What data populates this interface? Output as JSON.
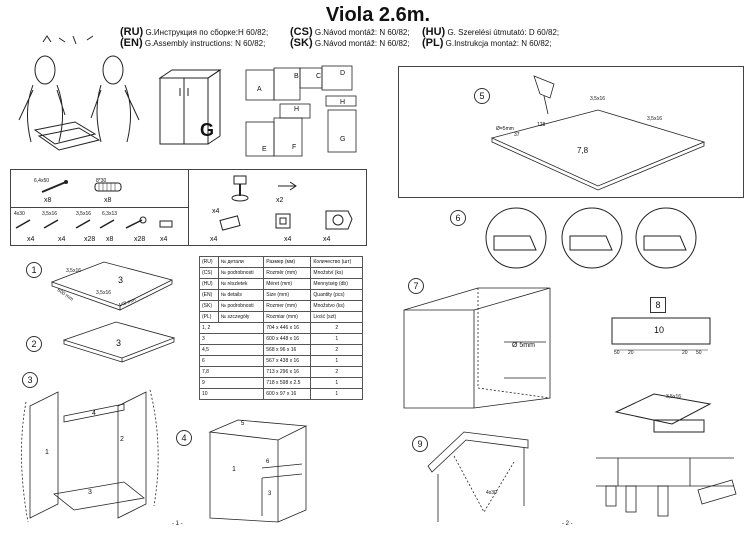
{
  "title": "Viola 2.6m.",
  "instructions": [
    {
      "code": "(RU)",
      "text": "G.Инструкция по сборке:H 60/82;"
    },
    {
      "code": "(EN)",
      "text": "G.Assembly instructions: N 60/82;"
    },
    {
      "code": "(CS)",
      "text": "G.Návod montáž: N 60/82;"
    },
    {
      "code": "(SK)",
      "text": "G.Návod montáž: N 60/82;"
    },
    {
      "code": "(HU)",
      "text": "G. Szerelési útmutató: D 60/82;"
    },
    {
      "code": "(PL)",
      "text": "G.Instrukcja montaż: N 60/82;"
    }
  ],
  "overview": {
    "cabinet_label": "G",
    "module_labels": [
      "A",
      "B",
      "C",
      "D",
      "H",
      "E",
      "F",
      "H",
      "G"
    ]
  },
  "hardware": {
    "top_row": [
      {
        "spec": "6,4x50",
        "qty": "x8"
      },
      {
        "spec": "8*30",
        "qty": "x8"
      }
    ],
    "bottom_row": [
      {
        "spec": "4x30",
        "qty": "x4"
      },
      {
        "spec": "3,5x16",
        "qty": "x4"
      },
      {
        "spec": "3,5x16",
        "qty": "x28"
      },
      {
        "spec": "6,3x13",
        "qty": "x8"
      },
      {
        "spec": "",
        "qty": "x28"
      },
      {
        "spec": "",
        "qty": "x4"
      }
    ],
    "right_top": [
      {
        "qty": "x4"
      },
      {
        "qty": "x2"
      }
    ],
    "right_bottom": [
      {
        "qty": "x4"
      },
      {
        "qty": "x4"
      },
      {
        "qty": "x4"
      }
    ]
  },
  "parts_table": {
    "header": [
      [
        "(RU)",
        "№ детали",
        "Размер (мм)",
        "Количество (шт)"
      ],
      [
        "(CS)",
        "№ podrobnosti",
        "Rozměr (mm)",
        "Množství (ks)"
      ],
      [
        "(HU)",
        "№ részletek",
        "Méret (mm)",
        "Mennyiség (db)"
      ],
      [
        "(EN)",
        "№ details",
        "Size (mm)",
        "Quantity (pcs)"
      ],
      [
        "(SK)",
        "№ podrobnosti",
        "Rozmer (mm)",
        "Množstvo (ks)"
      ],
      [
        "(PL)",
        "№ szczegóły",
        "Rozmiar (mm)",
        "Liość (szt)"
      ]
    ],
    "rows": [
      [
        "1, 2",
        "704 x 446 x 16",
        "2"
      ],
      [
        "3",
        "600 x 448 x 16",
        "1"
      ],
      [
        "4,5",
        "568 x 96 x 16",
        "2"
      ],
      [
        "6",
        "567 x 438 x 16",
        "1"
      ],
      [
        "7,8",
        "713 x 296 x 16",
        "2"
      ],
      [
        "9",
        "718 x 598 x 2.5",
        "1"
      ],
      [
        "10",
        "600 x 97 x 16",
        "1"
      ]
    ]
  },
  "steps": {
    "s1": "1",
    "s2": "2",
    "s3": "3",
    "s4": "4",
    "s5": "5",
    "s6": "6",
    "s7": "7",
    "s8": "8",
    "s9": "9"
  },
  "step_labels": {
    "s1_screw": "3,5x16",
    "s1_screw2": "3,5x16",
    "s1_part": "3",
    "s1_dim1": "600 mm",
    "s1_dim2": "448 mm",
    "s2_part": "3",
    "s3_parts": [
      "1",
      "2",
      "3",
      "4"
    ],
    "s4_parts": [
      "5",
      "1",
      "6",
      "3"
    ],
    "s5_screw": "3,5x16",
    "s5_screw2": "3,5x16",
    "s5_dim": "Ø=5mm",
    "s5_d1": "37",
    "s5_d2": "128",
    "s5_part": "7,8",
    "s7_drill": "Ø 5mm",
    "s8_part": "10",
    "s8_dims": [
      "50",
      "20",
      "20",
      "50"
    ],
    "s8_screw": "3,5x16",
    "s9_screw": "4x30"
  },
  "page_numbers": [
    "- 1 -",
    "- 2 -"
  ]
}
